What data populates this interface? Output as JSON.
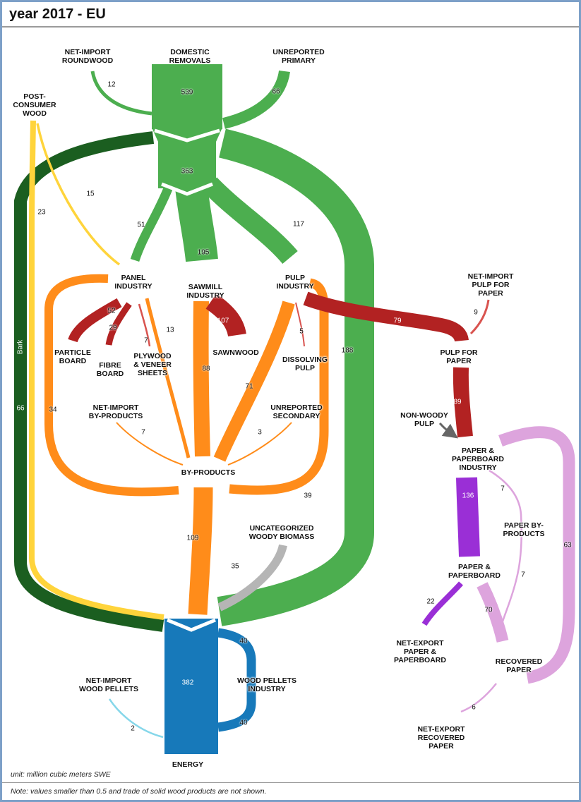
{
  "title": "year 2017 - EU",
  "footer": {
    "unit": "unit: million cubic meters SWE",
    "note": "Note: values smaller than 0.5 and trade of solid wood products are not shown."
  },
  "colors": {
    "green": "#4cae4f",
    "dark_green": "#1b5e20",
    "yellow": "#ffd43b",
    "orange": "#ff8c1a",
    "dark_red": "#b22222",
    "red": "#d9534f",
    "gray": "#b5b5b5",
    "blue": "#1779ba",
    "light_blue": "#86d7ea",
    "purple": "#9a2fd6",
    "pink": "#dda4dd",
    "white": "#ffffff",
    "border": "#7da0c8"
  },
  "node_labels": {
    "net_import_roundwood": [
      "NET-IMPORT",
      "ROUNDWOOD"
    ],
    "domestic_removals": [
      "DOMESTIC",
      "REMOVALS"
    ],
    "unreported_primary": [
      "UNREPORTED",
      "PRIMARY"
    ],
    "post_consumer_wood": [
      "POST-",
      "CONSUMER",
      "WOOD"
    ],
    "panel_industry": [
      "PANEL",
      "INDUSTRY"
    ],
    "sawmill_industry": [
      "SAWMILL",
      "INDUSTRY"
    ],
    "pulp_industry": [
      "PULP",
      "INDUSTRY"
    ],
    "net_import_pulp_for_paper": [
      "NET-IMPORT",
      "PULP FOR",
      "PAPER"
    ],
    "particle_board": [
      "PARTICLE",
      "BOARD"
    ],
    "fibre_board": [
      "FIBRE",
      "BOARD"
    ],
    "plywood_veneer_sheets": [
      "PLYWOOD",
      "& VENEER",
      "SHEETS"
    ],
    "sawnwood": [
      "SAWNWOOD"
    ],
    "dissolving_pulp": [
      "DISSOLVING",
      "PULP"
    ],
    "pulp_for_paper": [
      "PULP FOR",
      "PAPER"
    ],
    "net_import_by_products": [
      "NET-IMPORT",
      "BY-PRODUCTS"
    ],
    "unreported_secondary": [
      "UNREPORTED",
      "SECONDARY"
    ],
    "non_woody_pulp": [
      "NON-WOODY",
      "PULP"
    ],
    "paper_paperboard_industry": [
      "PAPER &",
      "PAPERBOARD",
      "INDUSTRY"
    ],
    "by_products": [
      "BY-PRODUCTS"
    ],
    "paper_by_products": [
      "PAPER BY-",
      "PRODUCTS"
    ],
    "uncategorized_woody_biomass": [
      "UNCATEGORIZED",
      "WOODY BIOMASS"
    ],
    "paper_paperboard": [
      "PAPER &",
      "PAPERBOARD"
    ],
    "net_export_paper_paperboard": [
      "NET-EXPORT",
      "PAPER &",
      "PAPERBOARD"
    ],
    "recovered_paper": [
      "RECOVERED",
      "PAPER"
    ],
    "net_import_wood_pellets": [
      "NET-IMPORT",
      "WOOD PELLETS"
    ],
    "wood_pellets_industry": [
      "WOOD PELLETS",
      "INDUSTRY"
    ],
    "energy": [
      "ENERGY"
    ],
    "net_export_recovered_paper": [
      "NET-EXPORT",
      "RECOVERED",
      "PAPER"
    ]
  },
  "chart_data": {
    "type": "sankey",
    "title": "year 2017 - EU",
    "unit": "million cubic meters SWE",
    "note": "values smaller than 0.5 and trade of solid wood products are not shown",
    "nodes": [
      "NET-IMPORT ROUNDWOOD",
      "DOMESTIC REMOVALS",
      "UNREPORTED PRIMARY",
      "POST-CONSUMER WOOD",
      "PANEL INDUSTRY",
      "SAWMILL INDUSTRY",
      "PULP INDUSTRY",
      "PARTICLE BOARD",
      "FIBRE BOARD",
      "PLYWOOD & VENEER SHEETS",
      "SAWNWOOD",
      "DISSOLVING PULP",
      "NET-IMPORT PULP FOR PAPER",
      "PULP FOR PAPER",
      "NET-IMPORT BY-PRODUCTS",
      "UNREPORTED SECONDARY",
      "BY-PRODUCTS",
      "NON-WOODY PULP",
      "PAPER & PAPERBOARD INDUSTRY",
      "PAPER BY-PRODUCTS",
      "UNCATEGORIZED WOODY BIOMASS",
      "PAPER & PAPERBOARD",
      "NET-EXPORT PAPER & PAPERBOARD",
      "RECOVERED PAPER",
      "NET-EXPORT RECOVERED PAPER",
      "NET-IMPORT WOOD PELLETS",
      "WOOD PELLETS INDUSTRY",
      "ENERGY"
    ],
    "links": [
      {
        "source": "DOMESTIC REMOVALS",
        "target": "wood supply junction",
        "value": 539,
        "color": "green"
      },
      {
        "source": "NET-IMPORT ROUNDWOOD",
        "target": "wood supply junction",
        "value": 12,
        "color": "green"
      },
      {
        "source": "UNREPORTED PRIMARY",
        "target": "wood supply junction",
        "value": 66,
        "color": "green"
      },
      {
        "source": "wood supply junction",
        "target": "industry split",
        "value": 363,
        "color": "green"
      },
      {
        "source": "wood supply junction",
        "target": "ENERGY",
        "value": 188,
        "color": "green"
      },
      {
        "source": "wood supply junction",
        "target": "ENERGY",
        "value": 66,
        "color": "dark_green",
        "flow_label": "Bark"
      },
      {
        "source": "POST-CONSUMER WOOD",
        "target": "PANEL INDUSTRY",
        "value": 15,
        "color": "yellow"
      },
      {
        "source": "POST-CONSUMER WOOD",
        "target": "ENERGY",
        "value": 23,
        "color": "yellow"
      },
      {
        "source": "industry split",
        "target": "PANEL INDUSTRY",
        "value": 51,
        "color": "green"
      },
      {
        "source": "industry split",
        "target": "SAWMILL INDUSTRY",
        "value": 195,
        "color": "green"
      },
      {
        "source": "industry split",
        "target": "PULP INDUSTRY",
        "value": 117,
        "color": "green"
      },
      {
        "source": "PANEL INDUSTRY",
        "target": "PARTICLE BOARD",
        "value": 52,
        "color": "dark_red"
      },
      {
        "source": "PANEL INDUSTRY",
        "target": "FIBRE BOARD",
        "value": 29,
        "color": "dark_red"
      },
      {
        "source": "PANEL INDUSTRY",
        "target": "PLYWOOD & VENEER SHEETS",
        "value": 7,
        "color": "red"
      },
      {
        "source": "PANEL INDUSTRY",
        "target": "BY-PRODUCTS",
        "value": 13,
        "color": "orange"
      },
      {
        "source": "SAWMILL INDUSTRY",
        "target": "SAWNWOOD",
        "value": 107,
        "color": "dark_red"
      },
      {
        "source": "SAWMILL INDUSTRY",
        "target": "BY-PRODUCTS",
        "value": 88,
        "color": "orange"
      },
      {
        "source": "PULP INDUSTRY",
        "target": "BY-PRODUCTS",
        "value": 71,
        "color": "orange"
      },
      {
        "source": "PULP INDUSTRY",
        "target": "DISSOLVING PULP",
        "value": 5,
        "color": "red"
      },
      {
        "source": "PULP INDUSTRY",
        "target": "PULP FOR PAPER",
        "value": 79,
        "color": "dark_red"
      },
      {
        "source": "NET-IMPORT PULP FOR PAPER",
        "target": "PULP FOR PAPER",
        "value": 9,
        "color": "red"
      },
      {
        "source": "PULP FOR PAPER",
        "target": "PAPER & PAPERBOARD INDUSTRY",
        "value": 89,
        "color": "dark_red"
      },
      {
        "source": "NET-IMPORT BY-PRODUCTS",
        "target": "BY-PRODUCTS",
        "value": 7,
        "color": "orange"
      },
      {
        "source": "UNREPORTED SECONDARY",
        "target": "BY-PRODUCTS",
        "value": 3,
        "color": "orange"
      },
      {
        "source": "BY-PRODUCTS",
        "target": "PANEL INDUSTRY",
        "value": 34,
        "color": "orange"
      },
      {
        "source": "BY-PRODUCTS",
        "target": "PULP INDUSTRY",
        "value": 39,
        "color": "orange"
      },
      {
        "source": "BY-PRODUCTS",
        "target": "ENERGY",
        "value": 109,
        "color": "orange"
      },
      {
        "source": "UNCATEGORIZED WOODY BIOMASS",
        "target": "ENERGY",
        "value": 35,
        "color": "gray"
      },
      {
        "source": "PAPER & PAPERBOARD INDUSTRY",
        "target": "PAPER & PAPERBOARD",
        "value": 136,
        "color": "purple"
      },
      {
        "source": "PAPER & PAPERBOARD INDUSTRY",
        "target": "PAPER BY-PRODUCTS",
        "value": 7,
        "color": "pink"
      },
      {
        "source": "PAPER BY-PRODUCTS",
        "target": "ENERGY",
        "value": 7,
        "color": "pink"
      },
      {
        "source": "PAPER & PAPERBOARD",
        "target": "NET-EXPORT PAPER & PAPERBOARD",
        "value": 22,
        "color": "purple"
      },
      {
        "source": "PAPER & PAPERBOARD",
        "target": "RECOVERED PAPER",
        "value": 70,
        "color": "pink"
      },
      {
        "source": "RECOVERED PAPER",
        "target": "PAPER & PAPERBOARD INDUSTRY",
        "value": 63,
        "color": "pink"
      },
      {
        "source": "RECOVERED PAPER",
        "target": "NET-EXPORT RECOVERED PAPER",
        "value": 6,
        "color": "pink"
      },
      {
        "source": "combined energy feedstock",
        "target": "WOOD PELLETS INDUSTRY",
        "value": 40,
        "color": "blue"
      },
      {
        "source": "WOOD PELLETS INDUSTRY",
        "target": "ENERGY",
        "value": 40,
        "color": "blue"
      },
      {
        "source": "NET-IMPORT WOOD PELLETS",
        "target": "ENERGY",
        "value": 2,
        "color": "light_blue"
      },
      {
        "source": "combined energy feedstock",
        "target": "ENERGY",
        "value": 382,
        "color": "blue"
      }
    ]
  }
}
